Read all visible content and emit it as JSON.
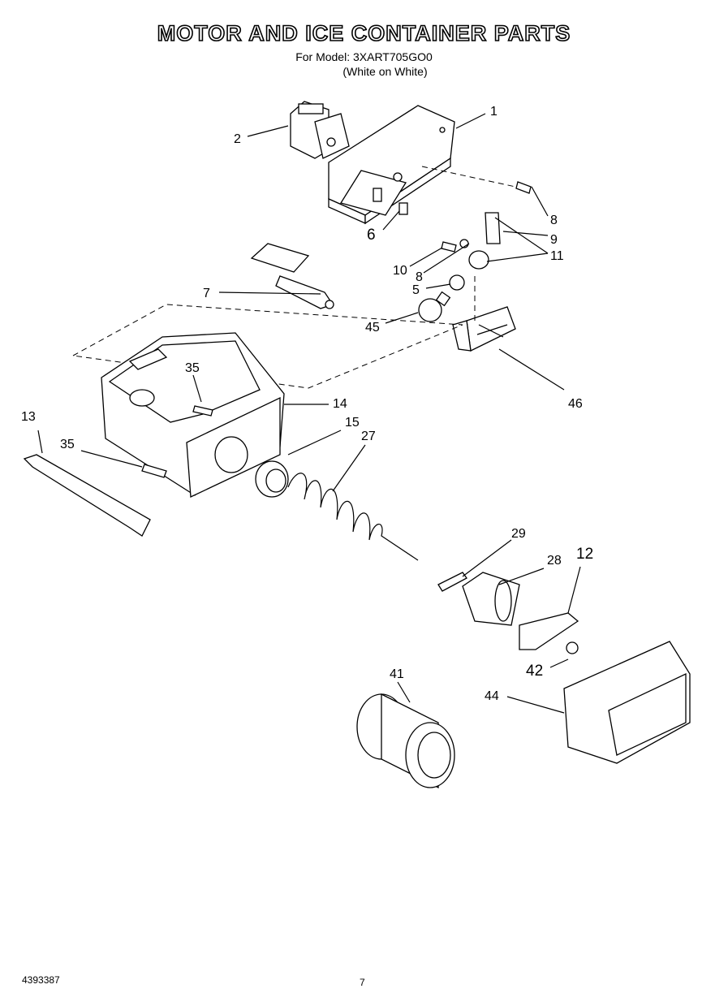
{
  "header": {
    "title": "MOTOR AND ICE CONTAINER PARTS",
    "model_line": "For Model: 3XART705GO0",
    "color_line": "(White on White)"
  },
  "footer": {
    "doc_number": "4393387",
    "page_number": "7"
  },
  "callouts": {
    "c1": "1",
    "c2": "2",
    "c5": "5",
    "c6": "6",
    "c7": "7",
    "c8a": "8",
    "c8b": "8",
    "c9": "9",
    "c10": "10",
    "c11": "11",
    "c12": "12",
    "c13": "13",
    "c14": "14",
    "c15": "15",
    "c27": "27",
    "c28": "28",
    "c29": "29",
    "c35a": "35",
    "c35b": "35",
    "c41": "41",
    "c42": "42",
    "c44": "44",
    "c45": "45",
    "c46": "46"
  }
}
